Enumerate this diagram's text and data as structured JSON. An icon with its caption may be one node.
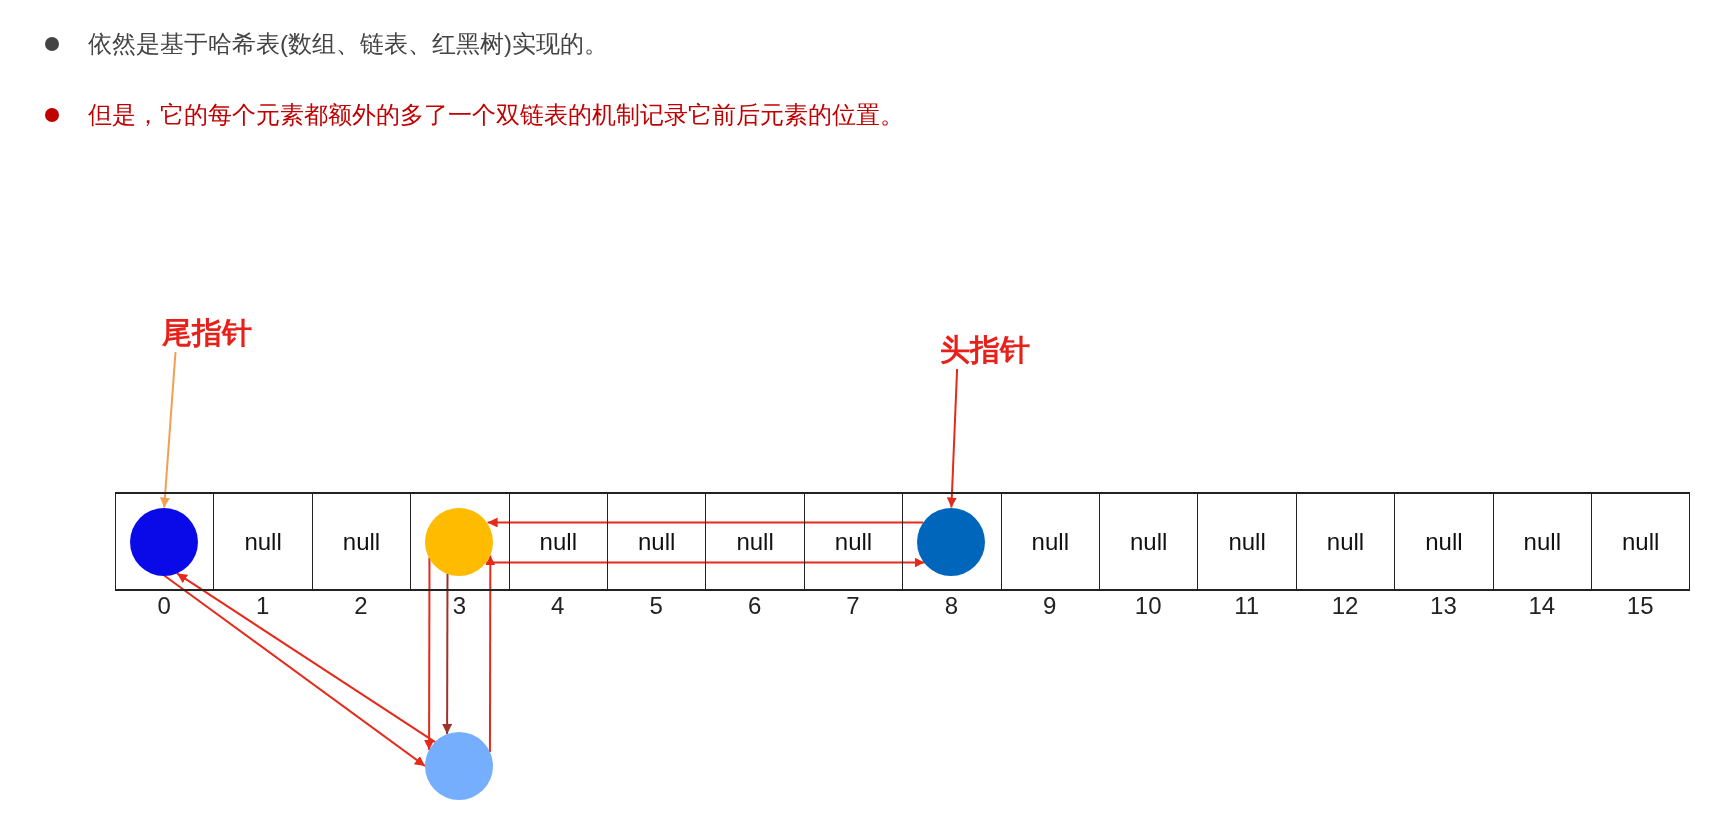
{
  "diagram": {
    "nodes": [
      {
        "text": [
          "尾指针"
        ]
      },
      {
        "text": [
          "头指针"
        ]
      },
      {
        "text": [],
        "shape": "circle"
      },
      {
        "text": [],
        "shape": "circle"
      },
      {
        "text": [],
        "shape": "circle"
      },
      {
        "text": [],
        "shape": "circle"
      }
    ],
    "edges": [
      {
        "from": 0,
        "to": 2,
        "arrow": "to",
        "color": "#f0a050"
      },
      {
        "from": 1,
        "to": 4,
        "arrow": "to"
      },
      {
        "from": 4,
        "to": 3,
        "arrow": "to"
      },
      {
        "from": 3,
        "to": 4,
        "arrow": "to"
      },
      {
        "from": 2,
        "to": 5,
        "arrow": "to"
      },
      {
        "from": 5,
        "to": 2,
        "arrow": "to"
      },
      {
        "from": 3,
        "to": 5,
        "arrow": "to"
      },
      {
        "from": 3,
        "to": 5,
        "arrow": "to",
        "color": "#a0302a"
      },
      {
        "from": 5,
        "to": 3,
        "arrow": "to"
      }
    ],
    "labels": [
      "依然是基于哈希表(数组、链表、红黑树)实现的。",
      "但是，它的每个元素都额外的多了一个双链表的机制记录它前后元素的位置。",
      "null",
      "null",
      "null",
      "null",
      "null",
      "null",
      "null",
      "null",
      "null",
      "null",
      "null",
      "null",
      "null",
      "0",
      "1",
      "2",
      "3",
      "4",
      "5",
      "6",
      "7",
      "8",
      "9",
      "10",
      "11",
      "12",
      "13",
      "14",
      "15"
    ]
  }
}
